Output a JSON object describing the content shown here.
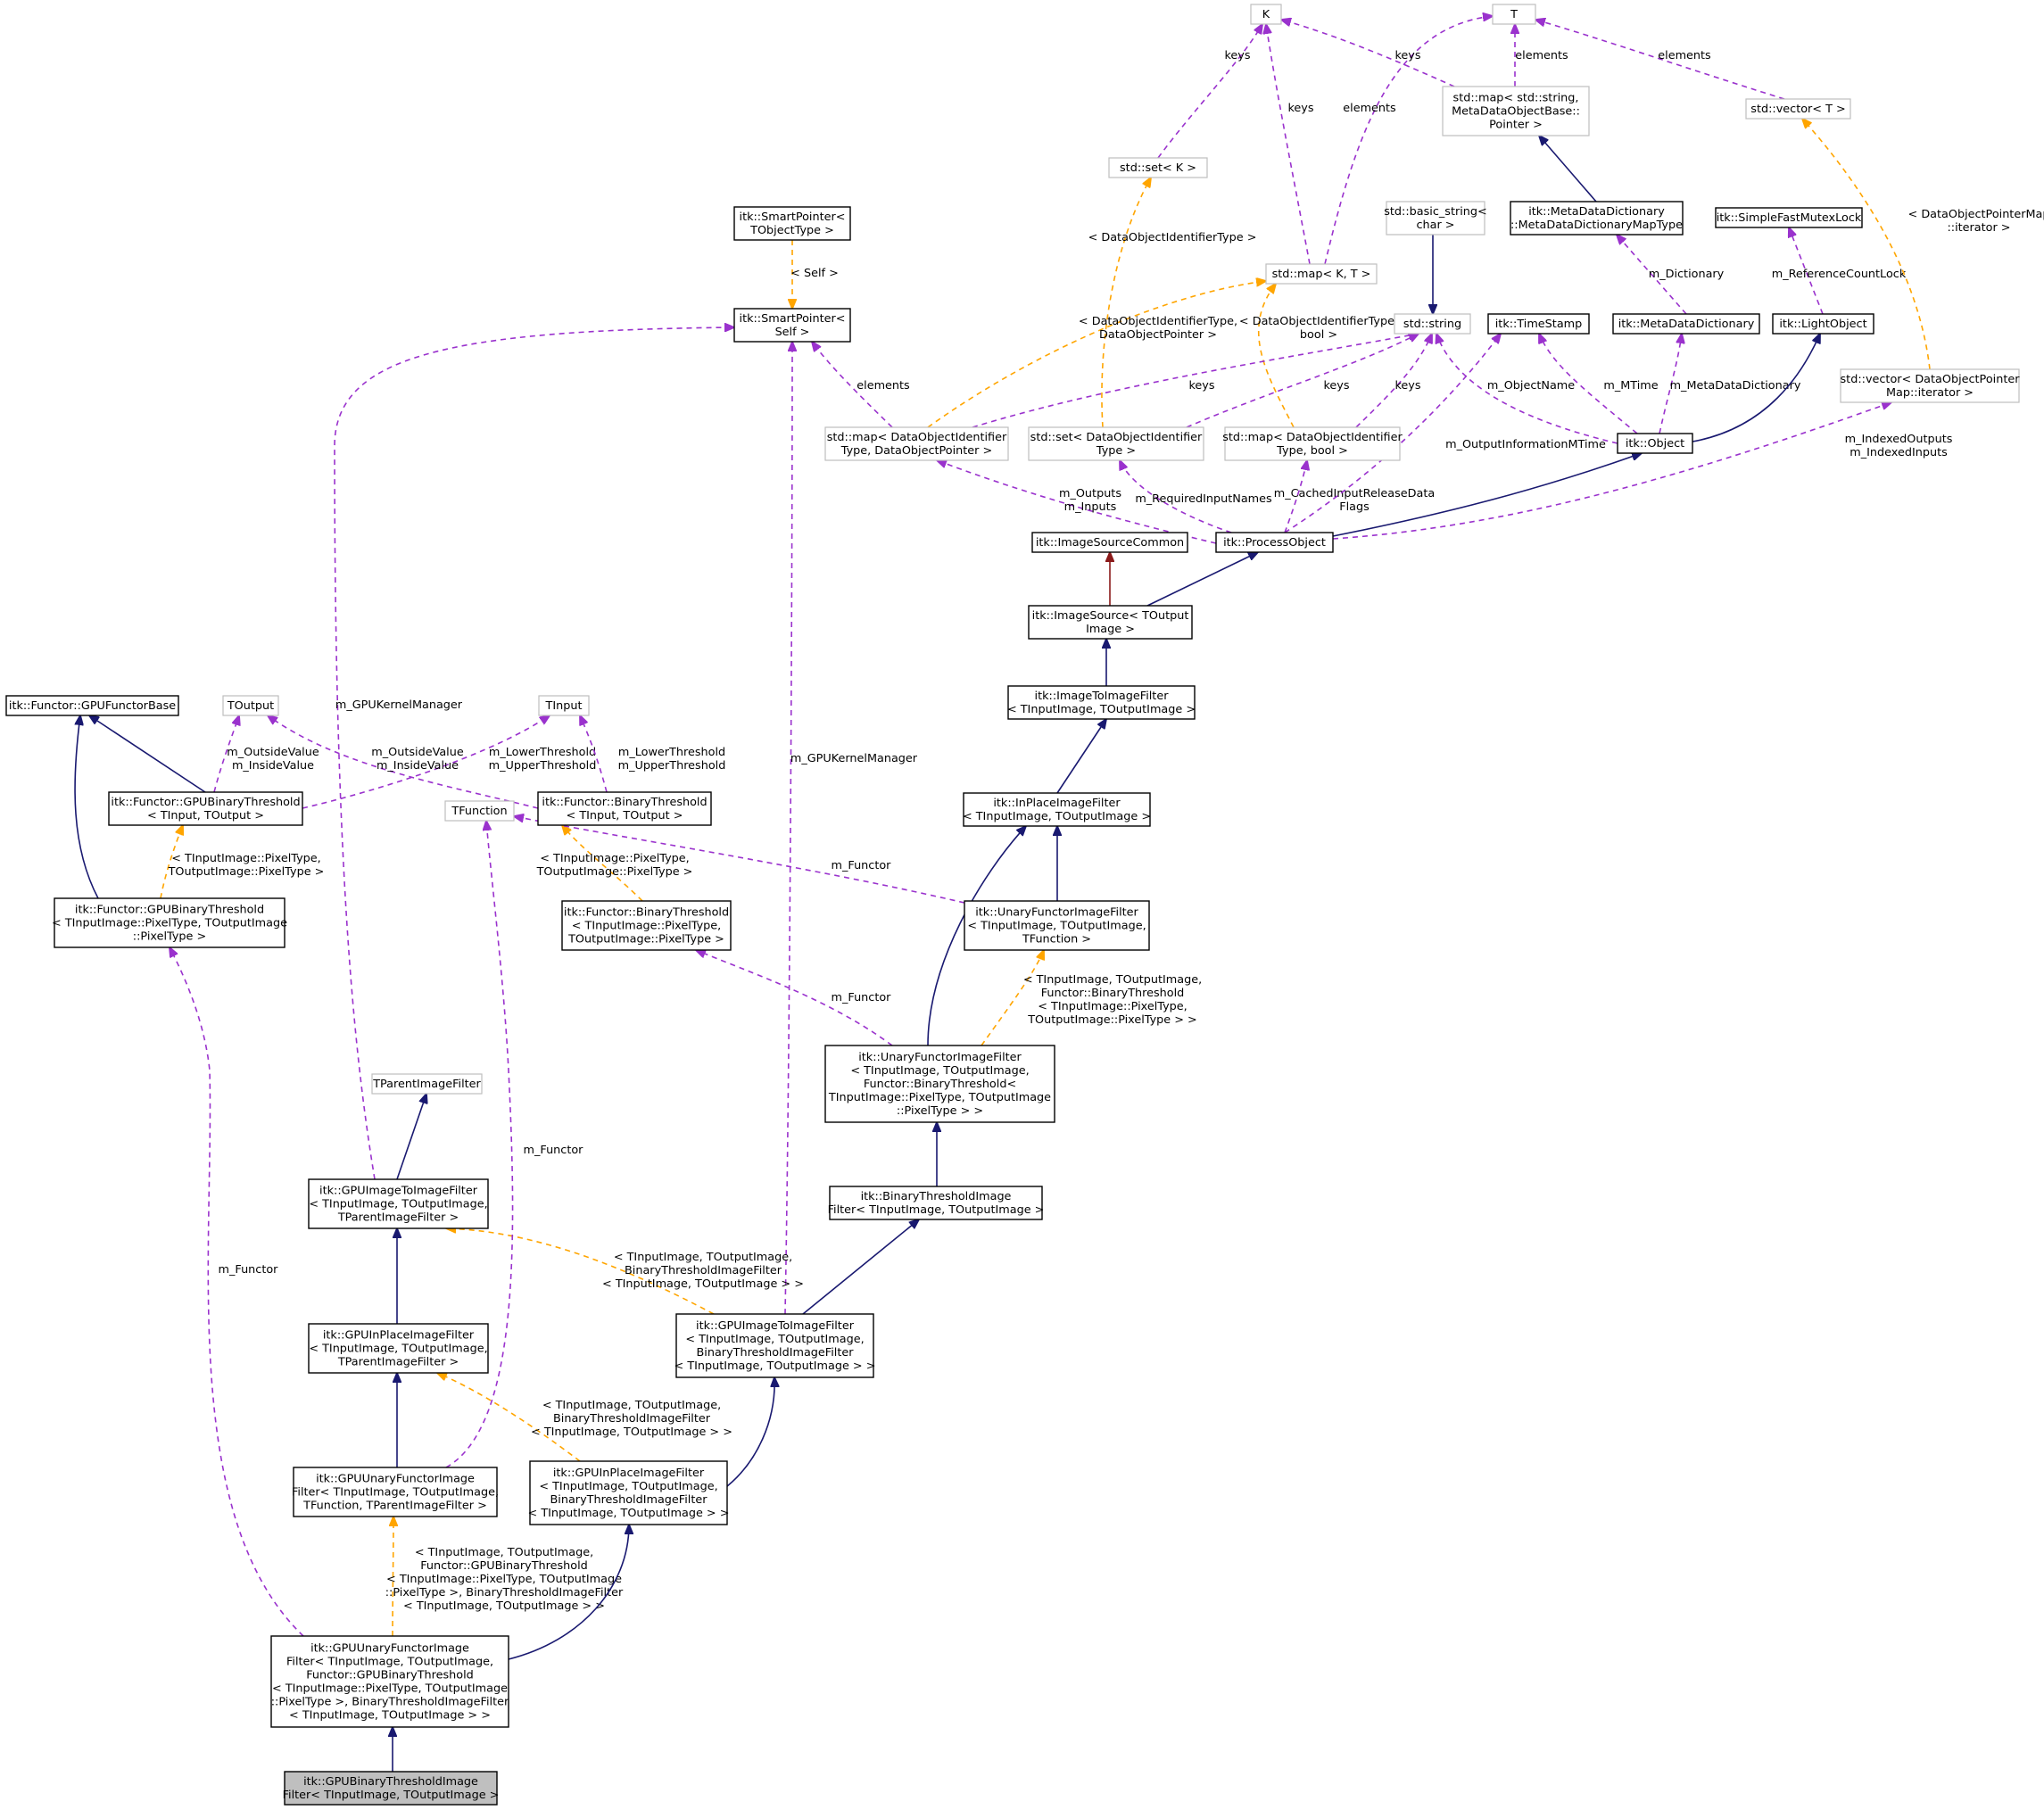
{
  "colors": {
    "inheritance": "#191970",
    "usage": "#9a32cd",
    "template": "#ffa500",
    "protected_inheritance": "#8b1a1a",
    "external_border": "#bfbfbf",
    "class_border": "#000000",
    "highlight_fill": "#bfbfbf"
  },
  "nodes": [
    {
      "id": "K",
      "style": "ext",
      "lines": [
        "K"
      ]
    },
    {
      "id": "T",
      "style": "ext",
      "lines": [
        "T"
      ]
    },
    {
      "id": "map_meta",
      "style": "ext",
      "lines": [
        "std::map< std::string,",
        "MetaDataObjectBase::",
        "Pointer >"
      ]
    },
    {
      "id": "vecT",
      "style": "ext",
      "lines": [
        "std::vector< T >"
      ]
    },
    {
      "id": "setK",
      "style": "ext",
      "lines": [
        "std::set< K >"
      ]
    },
    {
      "id": "sp_obj",
      "style": "cls",
      "lines": [
        "itk::SmartPointer<",
        "TObjectType >"
      ]
    },
    {
      "id": "basic_string",
      "style": "ext",
      "lines": [
        "std::basic_string<",
        "char >"
      ]
    },
    {
      "id": "mddmaptype",
      "style": "cls",
      "lines": [
        "itk::MetaDataDictionary",
        "::MetaDataDictionaryMapType"
      ]
    },
    {
      "id": "sfmlock",
      "style": "cls",
      "lines": [
        "itk::SimpleFastMutexLock"
      ]
    },
    {
      "id": "mapKT",
      "style": "ext",
      "lines": [
        "std::map< K, T >"
      ]
    },
    {
      "id": "sp_self",
      "style": "cls",
      "lines": [
        "itk::SmartPointer<",
        "Self >"
      ]
    },
    {
      "id": "stdstring",
      "style": "ext",
      "lines": [
        "std::string"
      ]
    },
    {
      "id": "timestamp",
      "style": "cls",
      "lines": [
        "itk::TimeStamp"
      ]
    },
    {
      "id": "mdd",
      "style": "cls",
      "lines": [
        "itk::MetaDataDictionary"
      ]
    },
    {
      "id": "lightobject",
      "style": "cls",
      "lines": [
        "itk::LightObject"
      ]
    },
    {
      "id": "vec_iter",
      "style": "ext",
      "lines": [
        "std::vector< DataObjectPointer",
        "Map::iterator >"
      ]
    },
    {
      "id": "map_dop",
      "style": "ext",
      "lines": [
        "std::map< DataObjectIdentifier",
        "Type, DataObjectPointer >"
      ]
    },
    {
      "id": "set_doit",
      "style": "ext",
      "lines": [
        "std::set< DataObjectIdentifier",
        "Type >"
      ]
    },
    {
      "id": "map_bool",
      "style": "ext",
      "lines": [
        "std::map< DataObjectIdentifier",
        "Type, bool >"
      ]
    },
    {
      "id": "object",
      "style": "cls",
      "lines": [
        "itk::Object"
      ]
    },
    {
      "id": "imgsrccommon",
      "style": "cls",
      "lines": [
        "itk::ImageSourceCommon"
      ]
    },
    {
      "id": "processobject",
      "style": "cls",
      "lines": [
        "itk::ProcessObject"
      ]
    },
    {
      "id": "imagesource",
      "style": "cls",
      "lines": [
        "itk::ImageSource< TOutput",
        "Image >"
      ]
    },
    {
      "id": "imgtoimg",
      "style": "cls",
      "lines": [
        "itk::ImageToImageFilter",
        "< TInputImage, TOutputImage >"
      ]
    },
    {
      "id": "gpufunctorbase",
      "style": "cls",
      "lines": [
        "itk::Functor::GPUFunctorBase"
      ]
    },
    {
      "id": "toutput",
      "style": "ext",
      "lines": [
        "TOutput"
      ]
    },
    {
      "id": "tinput",
      "style": "ext",
      "lines": [
        "TInput"
      ]
    },
    {
      "id": "gpubt",
      "style": "cls",
      "lines": [
        "itk::Functor::GPUBinaryThreshold",
        "< TInput, TOutput >"
      ]
    },
    {
      "id": "bt",
      "style": "cls",
      "lines": [
        "itk::Functor::BinaryThreshold",
        "< TInput, TOutput >"
      ]
    },
    {
      "id": "tfunction",
      "style": "ext",
      "lines": [
        "TFunction"
      ]
    },
    {
      "id": "inplace",
      "style": "cls",
      "lines": [
        "itk::InPlaceImageFilter",
        "< TInputImage, TOutputImage >"
      ]
    },
    {
      "id": "gpubt_px",
      "style": "cls",
      "lines": [
        "itk::Functor::GPUBinaryThreshold",
        "< TInputImage::PixelType, TOutputImage",
        "::PixelType >"
      ]
    },
    {
      "id": "bt_px",
      "style": "cls",
      "lines": [
        "itk::Functor::BinaryThreshold",
        "< TInputImage::PixelType,",
        "TOutputImage::PixelType >"
      ]
    },
    {
      "id": "unaryfunctor",
      "style": "cls",
      "lines": [
        "itk::UnaryFunctorImageFilter",
        "< TInputImage, TOutputImage,",
        "TFunction >"
      ]
    },
    {
      "id": "unaryfunctor_bt",
      "style": "cls",
      "lines": [
        "itk::UnaryFunctorImageFilter",
        "< TInputImage, TOutputImage,",
        "Functor::BinaryThreshold<",
        "TInputImage::PixelType, TOutputImage",
        "::PixelType > >"
      ]
    },
    {
      "id": "tparent",
      "style": "ext",
      "lines": [
        "TParentImageFilter"
      ]
    },
    {
      "id": "gpuimgtoimg",
      "style": "cls",
      "lines": [
        "itk::GPUImageToImageFilter",
        "< TInputImage, TOutputImage,",
        "TParentImageFilter >"
      ]
    },
    {
      "id": "btif",
      "style": "cls",
      "lines": [
        "itk::BinaryThresholdImage",
        "Filter< TInputImage, TOutputImage >"
      ]
    },
    {
      "id": "gpuinplace",
      "style": "cls",
      "lines": [
        "itk::GPUInPlaceImageFilter",
        "< TInputImage, TOutputImage,",
        "TParentImageFilter >"
      ]
    },
    {
      "id": "gpuimgtoimg_bt",
      "style": "cls",
      "lines": [
        "itk::GPUImageToImageFilter",
        "< TInputImage, TOutputImage,",
        "BinaryThresholdImageFilter",
        "< TInputImage, TOutputImage > >"
      ]
    },
    {
      "id": "gpuunary",
      "style": "cls",
      "lines": [
        "itk::GPUUnaryFunctorImage",
        "Filter< TInputImage, TOutputImage,",
        "TFunction, TParentImageFilter >"
      ]
    },
    {
      "id": "gpuinplace_bt",
      "style": "cls",
      "lines": [
        "itk::GPUInPlaceImageFilter",
        "< TInputImage, TOutputImage,",
        "BinaryThresholdImageFilter",
        "< TInputImage, TOutputImage > >"
      ]
    },
    {
      "id": "gpuunary_bt",
      "style": "cls",
      "lines": [
        "itk::GPUUnaryFunctorImage",
        "Filter< TInputImage, TOutputImage,",
        "Functor::GPUBinaryThreshold",
        "< TInputImage::PixelType, TOutputImage",
        "::PixelType >, BinaryThresholdImageFilter",
        "< TInputImage, TOutputImage > >"
      ]
    },
    {
      "id": "gpubtif",
      "style": "hl",
      "lines": [
        "itk::GPUBinaryThresholdImage",
        "Filter< TInputImage, TOutputImage >"
      ]
    }
  ],
  "edges": [
    {
      "id": "e_setK_K",
      "kind": "usage",
      "label": [
        "keys"
      ]
    },
    {
      "id": "e_mapKT_K",
      "kind": "usage",
      "label": [
        "keys"
      ]
    },
    {
      "id": "e_mapKT_T",
      "kind": "usage",
      "label": [
        "elements"
      ]
    },
    {
      "id": "e_mapmeta_K",
      "kind": "usage",
      "label": [
        "keys"
      ]
    },
    {
      "id": "e_mapmeta_T",
      "kind": "usage",
      "label": [
        "elements"
      ]
    },
    {
      "id": "e_vec_T",
      "kind": "usage",
      "label": [
        "elements"
      ]
    },
    {
      "id": "e_mapmeta_mddmap",
      "kind": "inheritance",
      "label": []
    },
    {
      "id": "e_spobj_spself",
      "kind": "template",
      "label": [
        "< Self >"
      ]
    },
    {
      "id": "e_basic_stdstring",
      "kind": "inheritance",
      "label": []
    },
    {
      "id": "e_mddmap_mdd",
      "kind": "usage",
      "label": [
        "m_Dictionary"
      ]
    },
    {
      "id": "e_sfm_light",
      "kind": "usage",
      "label": [
        "m_ReferenceCountLock"
      ]
    },
    {
      "id": "e_vecT_veciter",
      "kind": "template",
      "label": [
        "< DataObjectPointerMap",
        "::iterator >"
      ]
    },
    {
      "id": "e_setK_setdoit",
      "kind": "template",
      "label": [
        "< DataObjectIdentifierType >"
      ]
    },
    {
      "id": "e_mapKT_mapdop",
      "kind": "template",
      "label": [
        "< DataObjectIdentifierType,",
        "DataObjectPointer >"
      ]
    },
    {
      "id": "e_mapKT_mapbool",
      "kind": "template",
      "label": [
        "< DataObjectIdentifierType,",
        "bool >"
      ]
    },
    {
      "id": "e_spself_mapdop",
      "kind": "usage",
      "label": [
        "elements"
      ]
    },
    {
      "id": "e_stdstring_mapdop",
      "kind": "usage",
      "label": [
        "keys"
      ]
    },
    {
      "id": "e_stdstring_setdoit",
      "kind": "usage",
      "label": [
        "keys"
      ]
    },
    {
      "id": "e_stdstring_mapbool",
      "kind": "usage",
      "label": [
        "keys"
      ]
    },
    {
      "id": "e_stdstring_object",
      "kind": "usage",
      "label": [
        "m_ObjectName"
      ]
    },
    {
      "id": "e_ts_object",
      "kind": "usage",
      "label": [
        "m_MTime"
      ]
    },
    {
      "id": "e_mdd_object",
      "kind": "usage",
      "label": [
        "m_MetaDataDictionary"
      ]
    },
    {
      "id": "e_light_object",
      "kind": "inheritance",
      "label": []
    },
    {
      "id": "e_mapdop_po",
      "kind": "usage",
      "label": [
        "m_Outputs",
        "m_Inputs"
      ]
    },
    {
      "id": "e_setdoit_po",
      "kind": "usage",
      "label": [
        "m_RequiredInputNames"
      ]
    },
    {
      "id": "e_mapbool_po",
      "kind": "usage",
      "label": [
        "m_CachedInputReleaseData",
        "Flags"
      ]
    },
    {
      "id": "e_ts_po",
      "kind": "usage",
      "label": [
        "m_OutputInformationMTime"
      ]
    },
    {
      "id": "e_object_po",
      "kind": "inheritance",
      "label": []
    },
    {
      "id": "e_veciter_po",
      "kind": "usage",
      "label": [
        "m_IndexedOutputs",
        "m_IndexedInputs"
      ]
    },
    {
      "id": "e_isc_is",
      "kind": "protected",
      "label": []
    },
    {
      "id": "e_po_is",
      "kind": "inheritance",
      "label": []
    },
    {
      "id": "e_is_iti",
      "kind": "inheritance",
      "label": []
    },
    {
      "id": "e_iti_inplace",
      "kind": "inheritance",
      "label": []
    },
    {
      "id": "e_base_gpubt",
      "kind": "inheritance",
      "label": []
    },
    {
      "id": "e_base_gpubtpx",
      "kind": "inheritance",
      "label": []
    },
    {
      "id": "e_toutput_gpubt",
      "kind": "usage",
      "label": [
        "m_OutsideValue",
        "m_InsideValue"
      ]
    },
    {
      "id": "e_tinput_gpubt",
      "kind": "usage",
      "label": [
        "m_LowerThreshold",
        "m_UpperThreshold"
      ]
    },
    {
      "id": "e_toutput_bt",
      "kind": "usage",
      "label": [
        "m_OutsideValue",
        "m_InsideValue"
      ]
    },
    {
      "id": "e_tinput_bt",
      "kind": "usage",
      "label": [
        "m_LowerThreshold",
        "m_UpperThreshold"
      ]
    },
    {
      "id": "e_gpubt_gpubtpx",
      "kind": "template",
      "label": [
        "< TInputImage::PixelType,",
        "TOutputImage::PixelType >"
      ]
    },
    {
      "id": "e_bt_btpx",
      "kind": "template",
      "label": [
        "< TInputImage::PixelType,",
        "TOutputImage::PixelType >"
      ]
    },
    {
      "id": "e_tfunction_unary",
      "kind": "usage",
      "label": [
        "m_Functor"
      ]
    },
    {
      "id": "e_inplace_unary",
      "kind": "inheritance",
      "label": []
    },
    {
      "id": "e_inplace_unarybt",
      "kind": "inheritance",
      "label": []
    },
    {
      "id": "e_btpx_unarybt",
      "kind": "usage",
      "label": [
        "m_Functor"
      ]
    },
    {
      "id": "e_unary_unarybt",
      "kind": "template",
      "label": [
        "< TInputImage, TOutputImage,",
        "Functor::BinaryThreshold",
        "< TInputImage::PixelType,",
        "TOutputImage::PixelType > >"
      ]
    },
    {
      "id": "e_unarybt_btif",
      "kind": "inheritance",
      "label": []
    },
    {
      "id": "e_spself_gpuiti",
      "kind": "usage",
      "label": [
        "m_GPUKernelManager"
      ]
    },
    {
      "id": "e_spself_gpuitibt",
      "kind": "usage",
      "label": [
        "m_GPUKernelManager"
      ]
    },
    {
      "id": "e_tparent_gpuiti",
      "kind": "inheritance",
      "label": []
    },
    {
      "id": "e_gpuiti_gpuitibt",
      "kind": "template",
      "label": [
        "< TInputImage, TOutputImage,",
        "BinaryThresholdImageFilter",
        "< TInputImage, TOutputImage > >"
      ]
    },
    {
      "id": "e_btif_gpuitibt",
      "kind": "inheritance",
      "label": []
    },
    {
      "id": "e_gpuiti_gpuinplace",
      "kind": "inheritance",
      "label": []
    },
    {
      "id": "e_gpuinplace_gpuinplacebt",
      "kind": "template",
      "label": [
        "< TInputImage, TOutputImage,",
        "BinaryThresholdImageFilter",
        "< TInputImage, TOutputImage > >"
      ]
    },
    {
      "id": "e_gpuitibt_gpuinplacebt",
      "kind": "inheritance",
      "label": []
    },
    {
      "id": "e_gpuinplace_gpuunary",
      "kind": "inheritance",
      "label": []
    },
    {
      "id": "e_tfunction_gpuunary",
      "kind": "usage",
      "label": [
        "m_Functor"
      ]
    },
    {
      "id": "e_gpuunary_gpuunarybt",
      "kind": "template",
      "label": [
        "< TInputImage, TOutputImage,",
        "Functor::GPUBinaryThreshold",
        "< TInputImage::PixelType, TOutputImage",
        "::PixelType >, BinaryThresholdImageFilter",
        "< TInputImage, TOutputImage > >"
      ]
    },
    {
      "id": "e_gpuinplacebt_gpuunarybt",
      "kind": "inheritance",
      "label": []
    },
    {
      "id": "e_gpubtpx_gpuunarybt",
      "kind": "usage",
      "label": [
        "m_Functor"
      ]
    },
    {
      "id": "e_gpuunarybt_gpubtif",
      "kind": "inheritance",
      "label": []
    }
  ]
}
